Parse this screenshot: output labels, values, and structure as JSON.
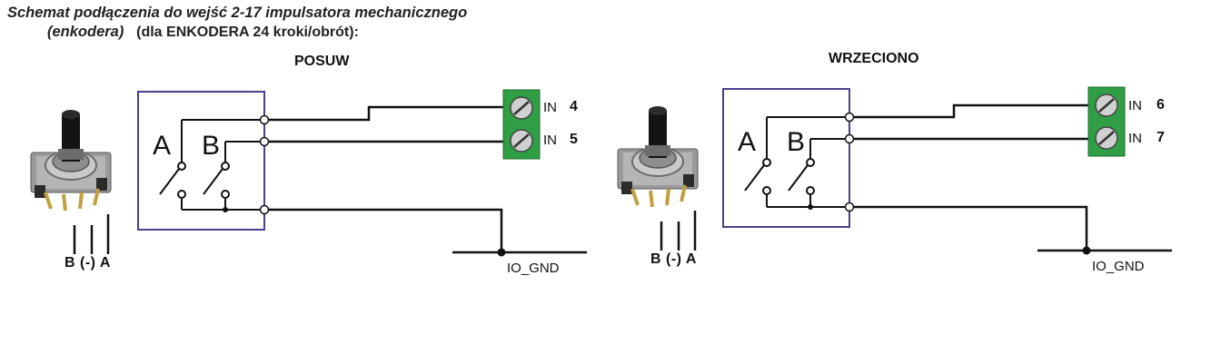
{
  "title": {
    "line1": "Schemat podłączenia do wejść 2-17 impulsatora mechanicznego",
    "line2_italic": "(enkodera)",
    "line2_bold": "(dla ENKODERA 24 kroki/obrót):"
  },
  "sections": [
    {
      "title": "POSUW",
      "switch_a": "A",
      "switch_b": "B",
      "inputs": [
        {
          "label": "IN",
          "number": "4"
        },
        {
          "label": "IN",
          "number": "5"
        }
      ],
      "gnd": "IO_GND",
      "encoder_pins": "B (-) A"
    },
    {
      "title": "WRZECIONO",
      "switch_a": "A",
      "switch_b": "B",
      "inputs": [
        {
          "label": "IN",
          "number": "6"
        },
        {
          "label": "IN",
          "number": "7"
        }
      ],
      "gnd": "IO_GND",
      "encoder_pins": "B (-) A"
    }
  ],
  "colors": {
    "box_border": "#4b3e8c",
    "terminal_green": "#2f9e44",
    "wire": "#111111"
  },
  "icons": [
    "rotary-encoder-icon",
    "screw-terminal-icon"
  ]
}
